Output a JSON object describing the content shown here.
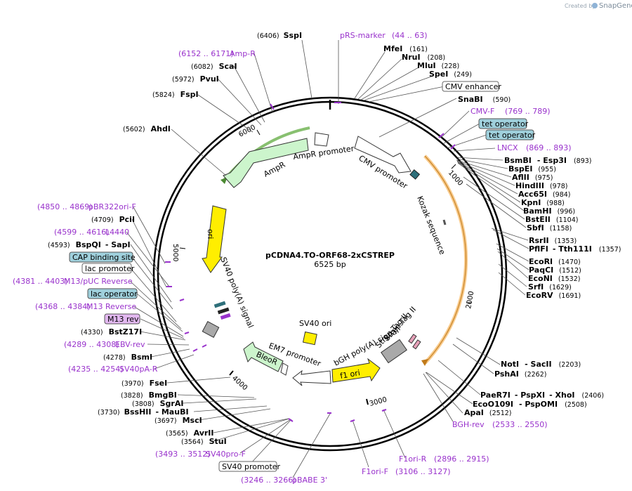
{
  "credit": {
    "prefix": "Created by",
    "brand": "SnapGene"
  },
  "plasmid": {
    "name": "pCDNA4.TO-ORF68-2xCSTREP",
    "size": "6525 bp"
  },
  "ticks": [
    "1000",
    "2000",
    "3000",
    "4000",
    "5000",
    "6000"
  ],
  "features": {
    "cmv_promoter": "CMV promoter",
    "kozak": "Kozak sequence",
    "ampr": "AmpR",
    "ampr_promoter": "AmpR promoter",
    "ori": "ori",
    "sv40_polya": "SV40 poly(A) signal",
    "sv40_ori": "SV40 ori",
    "em7": "EM7 promoter",
    "bleor": "BleoR",
    "f1_ori": "f1 ori",
    "bgh_polya": "bGH poly(A) signal",
    "strep1": "Strep-Tag II",
    "strep2": "Strep-Tag II"
  },
  "labels": {
    "sspi_pos": "(6406)",
    "sspi": "SspI",
    "prs_marker": "pRS-marker",
    "prs_marker_range": "(44 .. 63)",
    "mfei": "MfeI",
    "mfei_pos": "(161)",
    "nrui": "NruI",
    "nrui_pos": "(208)",
    "mlui": "MluI",
    "mlui_pos": "(228)",
    "spei": "SpeI",
    "spei_pos": "(249)",
    "cmv_enhancer": "CMV enhancer",
    "snabi": "SnaBI",
    "snabi_pos": "(590)",
    "cmv_f": "CMV-F",
    "cmv_f_range": "(769 .. 789)",
    "tet_op1": "tet operator",
    "tet_op2": "tet operator",
    "lncx": "LNCX",
    "lncx_range": "(869 .. 893)",
    "bsmbi": "BsmBI",
    "esp3i": "- Esp3I",
    "bsmbi_pos": "(893)",
    "bspei": "BspEI",
    "bspei_pos": "(955)",
    "aflii": "AflII",
    "aflii_pos": "(975)",
    "hindiii": "HindIII",
    "hindiii_pos": "(978)",
    "acc65i": "Acc65I",
    "acc65i_pos": "(984)",
    "kpni": "KpnI",
    "kpni_pos": "(988)",
    "bamhi": "BamHI",
    "bamhi_pos": "(996)",
    "bsteii": "BstEII",
    "bsteii_pos": "(1104)",
    "sbfi": "SbfI",
    "sbfi_pos": "(1158)",
    "rsrii": "RsrII",
    "rsrii_pos": "(1353)",
    "pflfi": "PflFI",
    "tth111i": "- Tth111I",
    "pflfi_pos": "(1357)",
    "ecori": "EcoRI",
    "ecori_pos": "(1470)",
    "paqci": "PaqCI",
    "paqci_pos": "(1512)",
    "econi": "EcoNI",
    "econi_pos": "(1532)",
    "srfi": "SrfI",
    "srfi_pos": "(1629)",
    "ecorv": "EcoRV",
    "ecorv_pos": "(1691)",
    "noti": "NotI",
    "sacii": "- SacII",
    "noti_pos": "(2203)",
    "pshai": "PshAI",
    "pshai_pos": "(2262)",
    "paer7i": "PaeR7I",
    "pspxi": "- PspXI",
    "xhoi": "- XhoI",
    "paer7i_pos": "(2406)",
    "eco0109i": "EcoO109I",
    "pspomi": "- PspOMI",
    "eco0109i_pos": "(2508)",
    "apai": "ApaI",
    "apai_pos": "(2512)",
    "bgh_rev": "BGH-rev",
    "bgh_rev_range": "(2533 .. 2550)",
    "f1ori_r": "F1ori-R",
    "f1ori_r_range": "(2896 .. 2915)",
    "f1ori_f": "F1ori-F",
    "f1ori_f_range": "(3106 .. 3127)",
    "pbabe3": "pBABE 3'",
    "pbabe3_range": "(3246 .. 3266)",
    "sv40_promoter": "SV40 promoter",
    "sv40pro_f": "SV40pro-F",
    "sv40pro_f_range": "(3493 .. 3512)",
    "stui_pos": "(3564)",
    "stui": "StuI",
    "avrii_pos": "(3565)",
    "avrii": "AvrII",
    "msci_pos": "(3697)",
    "msci": "MscI",
    "bsshii_pos": "(3730)",
    "bsshii": "BssHII",
    "maubi": "- MauBI",
    "sgrai_pos": "(3808)",
    "sgrai": "SgrAI",
    "bmgbi_pos": "(3828)",
    "bmgbi": "BmgBI",
    "fsei_pos": "(3970)",
    "fsei": "FseI",
    "sv40pa_r_range": "(4235 .. 4254)",
    "sv40pa_r": "SV40pA-R",
    "bsmi_pos": "(4278)",
    "bsmi": "BsmI",
    "ebv_rev_range": "(4289 .. 4308)",
    "ebv_rev": "EBV-rev",
    "bstz17i_pos": "(4330)",
    "bstz17i": "BstZ17I",
    "m13rev": "M13 rev",
    "m13reverse_range": "(4368 .. 4384)",
    "m13reverse": "M13 Reverse",
    "lac_operator": "lac operator",
    "m13puc_range": "(4381 .. 4403)",
    "m13puc": "M13/pUC Reverse",
    "lac_promoter": "lac promoter",
    "cap_site": "CAP binding site",
    "bspqi_pos": "(4593)",
    "bspqi": "BspQI",
    "sapi": "- SapI",
    "l4440_range": "(4599 .. 4616)",
    "l4440": "L4440",
    "pcii_pos": "(4709)",
    "pcii": "PciI",
    "pbr_range": "(4850 .. 4869)",
    "pbr": "pBR322ori-F",
    "ahdi_pos": "(5602)",
    "ahdi": "AhdI",
    "fspi_pos": "(5824)",
    "fspi": "FspI",
    "pvui_pos": "(5972)",
    "pvui": "PvuI",
    "scai_pos": "(6082)",
    "scai": "ScaI",
    "ampr_range": "(6152 .. 6171)",
    "ampr_primer": "Amp-R"
  },
  "colors": {
    "primer": "#9932cc",
    "ampr_fill": "#ccf5cc",
    "ori_fill": "#ffee00",
    "bleor_fill": "#ccf5cc",
    "tet_box": "#9fd0dc",
    "orf_highlight": "#f5b45a",
    "ampr_highlight": "#6ab04c"
  }
}
